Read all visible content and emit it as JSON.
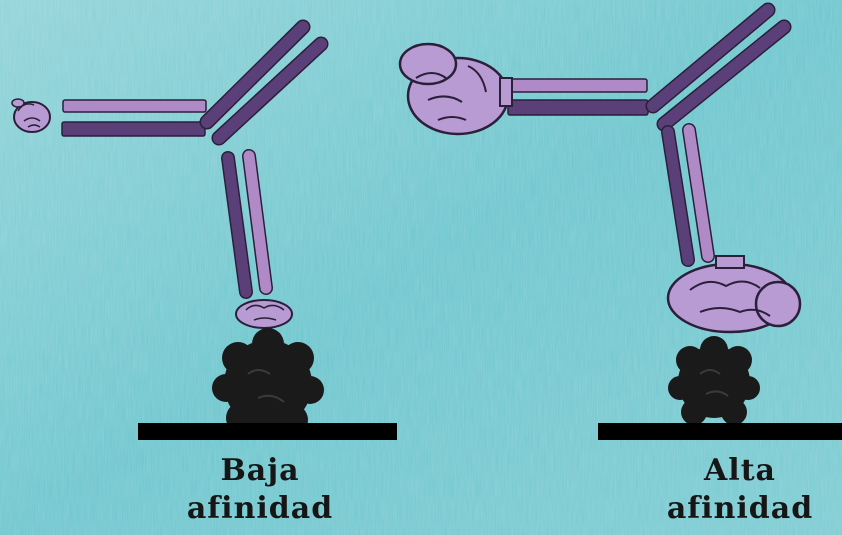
{
  "colors": {
    "background": "#6cc5cd",
    "background_light": "#a4dce0",
    "chain_dark": "#5b3f78",
    "chain_light": "#b08ac6",
    "hand": "#b79bd2",
    "antigen": "#1a1a1a",
    "surface": "#000000",
    "text": "#161616"
  },
  "labels": {
    "left": {
      "line1": "Baja",
      "line2": "afinidad"
    },
    "right": {
      "line1": "Alta",
      "line2": "afinidad"
    }
  },
  "icons": {
    "hand": "fist-hand-icon",
    "antigen": "antigen-blob-icon"
  }
}
